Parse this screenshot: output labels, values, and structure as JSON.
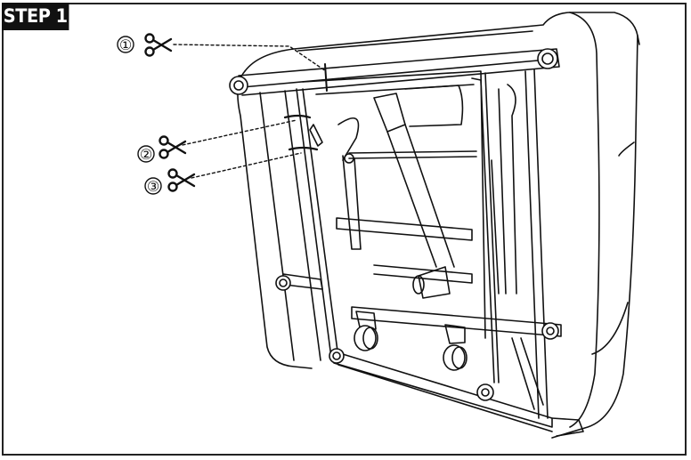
{
  "step": {
    "label": "STEP 1"
  },
  "callouts": [
    {
      "number": "①",
      "action": "cut",
      "icon": "scissors-icon",
      "target": "cable-tie-top-rail"
    },
    {
      "number": "②",
      "action": "cut",
      "icon": "scissors-icon",
      "target": "cable-tie-side-upper"
    },
    {
      "number": "③",
      "action": "cut",
      "icon": "scissors-icon",
      "target": "cable-tie-side-lower"
    }
  ],
  "colors": {
    "line": "#111111",
    "background": "#ffffff",
    "badge_bg": "#111111",
    "badge_text": "#ffffff"
  }
}
